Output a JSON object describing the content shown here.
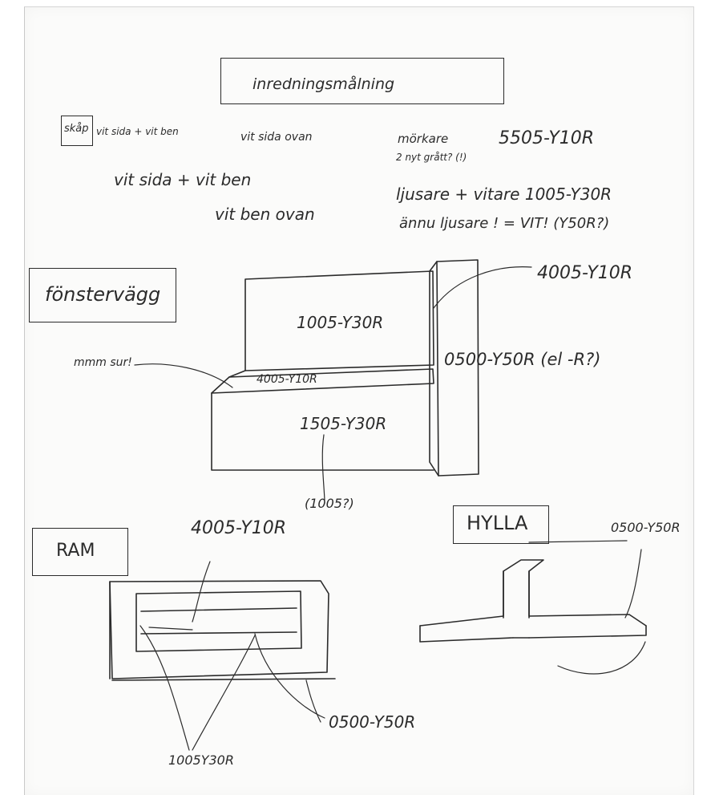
{
  "page": {
    "background": "#fbfbfa",
    "ink": "#2b2b2b"
  },
  "header": {
    "title": "inredningsmålning"
  },
  "notes": {
    "skap_label": "skåp",
    "line1": "vit sida + vit ben",
    "line1b": "vit sida ovan",
    "line2": "vit sida + vit ben",
    "line3": "vit ben ovan"
  },
  "colors_list": {
    "item1_label": "mörkare",
    "item1_value": "5505-Y10R",
    "item1_note": "2 nyt grått? (!)",
    "item2": "ljusare + vitare 1005-Y30R",
    "item3": "ännu ljusare ! = VIT! (Y50R?)"
  },
  "wall": {
    "label": "fönstervägg",
    "upper": "1005-Y30R",
    "band": "4005-Y10R",
    "lower": "1505-Y30R",
    "lower_note": "(1005?)",
    "pillar": "0500-Y50R (el -R?)",
    "top_right": "4005-Y10R",
    "note_left": "mmm sur!"
  },
  "frame": {
    "label": "RAM",
    "top": "4005-Y10R",
    "right": "0500-Y50R",
    "bottom": "1005Y30R"
  },
  "shelf": {
    "label": "HYLLA",
    "value": "0500-Y50R"
  }
}
